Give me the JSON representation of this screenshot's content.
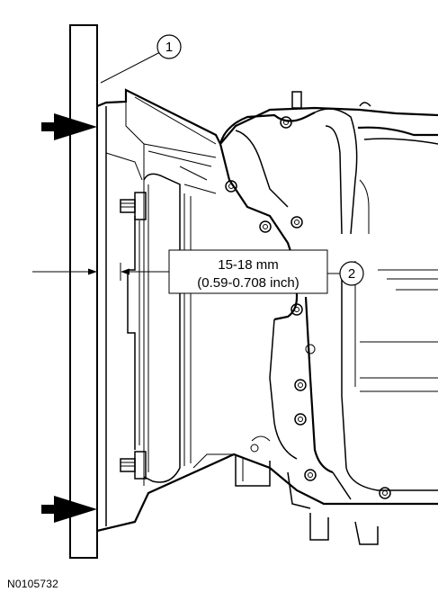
{
  "callouts": [
    {
      "id": "1",
      "label": "1"
    },
    {
      "id": "2",
      "label": "2"
    }
  ],
  "measurement": {
    "line1": "15-18 mm",
    "line2": "(0.59-0.708 inch)"
  },
  "figure_id": "N0105732"
}
